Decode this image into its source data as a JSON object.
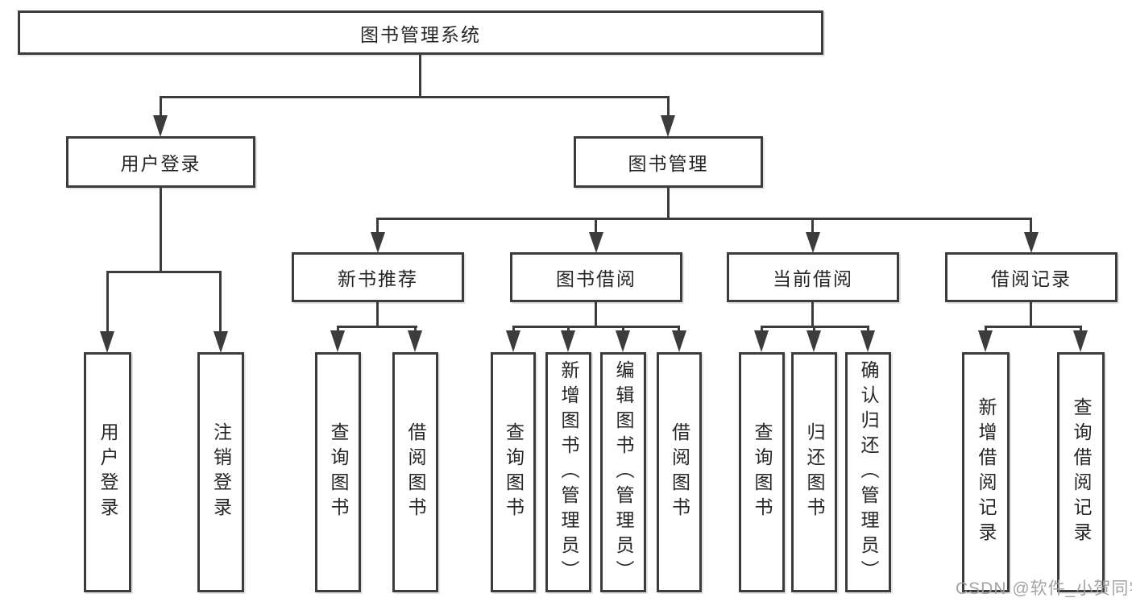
{
  "tree": {
    "root": {
      "label": "图书管理系统"
    },
    "level2": [
      {
        "label": "用户登录",
        "leaves": [
          "用户登录",
          "注销登录"
        ]
      },
      {
        "label": "图书管理",
        "groups": [
          {
            "label": "新书推荐",
            "leaves": [
              "查询图书",
              "借阅图书"
            ]
          },
          {
            "label": "图书借阅",
            "leaves": [
              "查询图书",
              "新增图书（管理员）",
              "编辑图书（管理员）",
              "借阅图书"
            ]
          },
          {
            "label": "当前借阅",
            "leaves": [
              "查询图书",
              "归还图书",
              "确认归还（管理员）"
            ]
          },
          {
            "label": "借阅记录",
            "leaves": [
              "新增借阅记录",
              "查询借阅记录"
            ]
          }
        ]
      }
    ]
  },
  "watermark": {
    "text": "CSDN @软件_小贺同学"
  },
  "colors": {
    "line": "#3c3c3c",
    "box_border": "#3c3c3c",
    "text": "#262626",
    "watermark": "#9e9e9e",
    "background": "#ffffff"
  }
}
